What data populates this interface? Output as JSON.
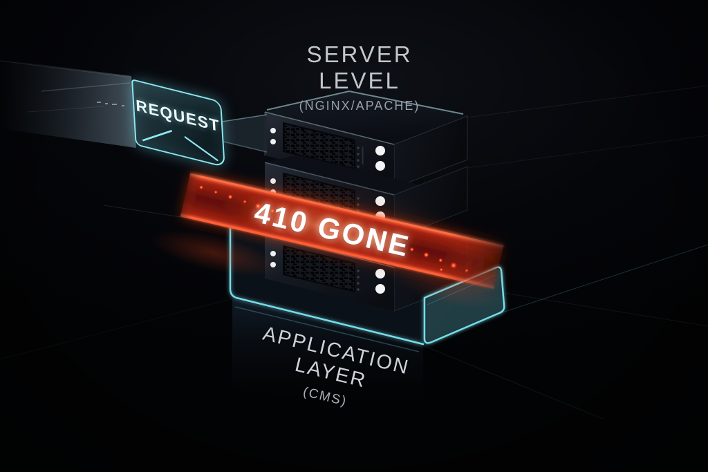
{
  "scene": {
    "title": "SERVER LEVEL",
    "subtitle": "(NGINX/APACHE)",
    "request": {
      "label": "REQUEST"
    },
    "error": {
      "banner_text": "410 GONE"
    },
    "application_layer": {
      "title": "APPLICATION LAYER",
      "subtitle": "(CMS)"
    }
  },
  "colors": {
    "background": "#05060a",
    "accent_cyan": "#8ee7f0",
    "banner_red_fill": "#6e1009",
    "banner_red_edge": "#ff5a33",
    "led_white": "#f2f3f5",
    "text_light": "#c2c7cc"
  }
}
